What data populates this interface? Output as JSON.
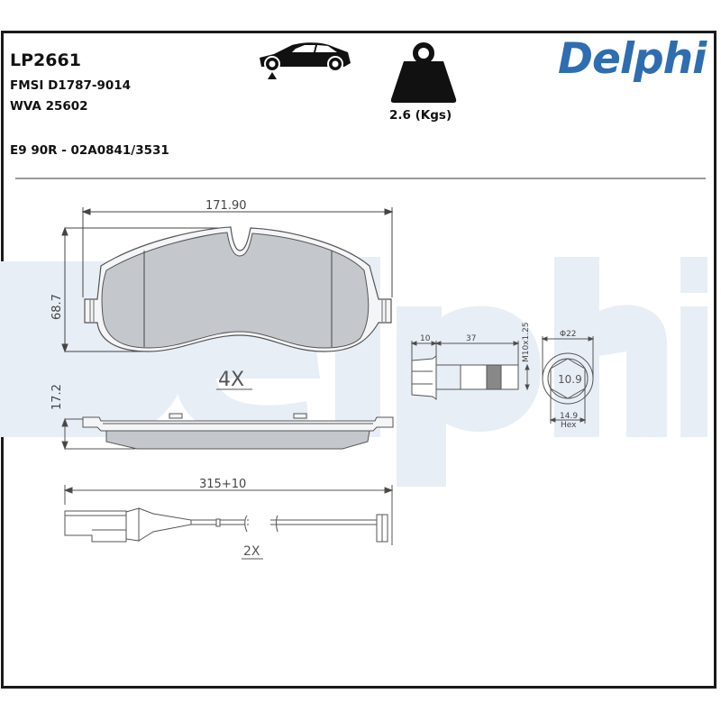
{
  "header": {
    "part_number": "LP2661",
    "fmsi": "FMSI D1787-9014",
    "wva": "WVA 25602",
    "approval": "E9 90R - 02A0841/3531",
    "weight_label": "2.6 (Kgs)",
    "brand_logo": "Delphi",
    "icons": [
      "car-axle-position-icon",
      "weight-icon"
    ]
  },
  "colors": {
    "brand_blue": "#2e6db0",
    "watermark_blue": "#e8eef6",
    "pad_fill": "#c8cbd0",
    "line": "#555555",
    "frame": "#1a1a1a"
  },
  "drawing": {
    "pad_front": {
      "width_dim": "171.90",
      "height_dim": "68.7",
      "quantity": "4X"
    },
    "pad_side": {
      "thickness_dim": "17.2"
    },
    "bolt": {
      "head_len": "10",
      "shank_len": "37",
      "thread": "M10x1.25",
      "flange_dia": "Φ22",
      "grade": "10.9",
      "hex": "14.9",
      "hex_label": "Hex"
    },
    "wear_sensor": {
      "length_dim": "315+10",
      "quantity": "2X"
    }
  }
}
